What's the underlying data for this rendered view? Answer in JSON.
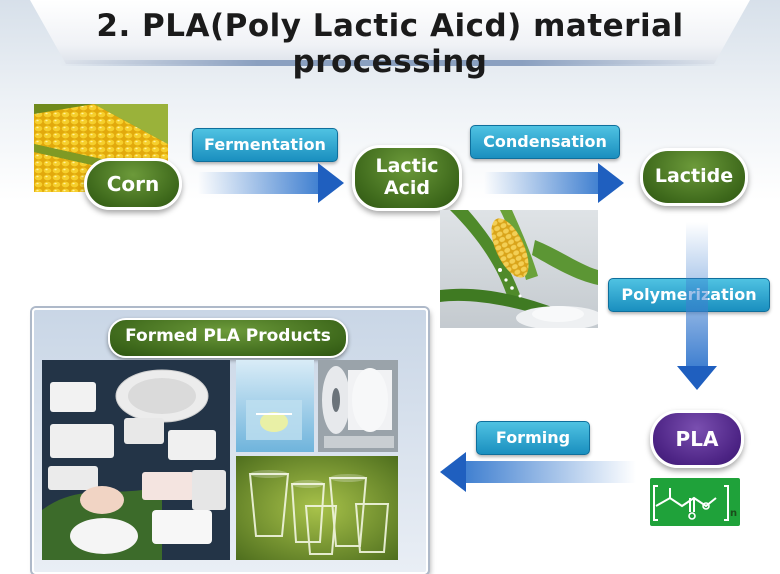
{
  "title": "2. PLA(Poly Lactic Aicd) material processing",
  "stages": {
    "corn": "Corn",
    "lactic_acid_line1": "Lactic",
    "lactic_acid_line2": "Acid",
    "lactide": "Lactide",
    "pla": "PLA"
  },
  "steps": {
    "fermentation": "Fermentation",
    "condensation": "Condensation",
    "polymerization": "Polymerization",
    "forming": "Forming"
  },
  "products_panel": {
    "title": "Formed PLA Products"
  },
  "formula": {
    "subscript": "n"
  },
  "colors": {
    "stage_green": "#3f6a1c",
    "stage_purple": "#4d2485",
    "step_blue": "#1a8fbf",
    "arrow_blue": "#1f5fbf",
    "formula_green": "#1fa23a"
  }
}
